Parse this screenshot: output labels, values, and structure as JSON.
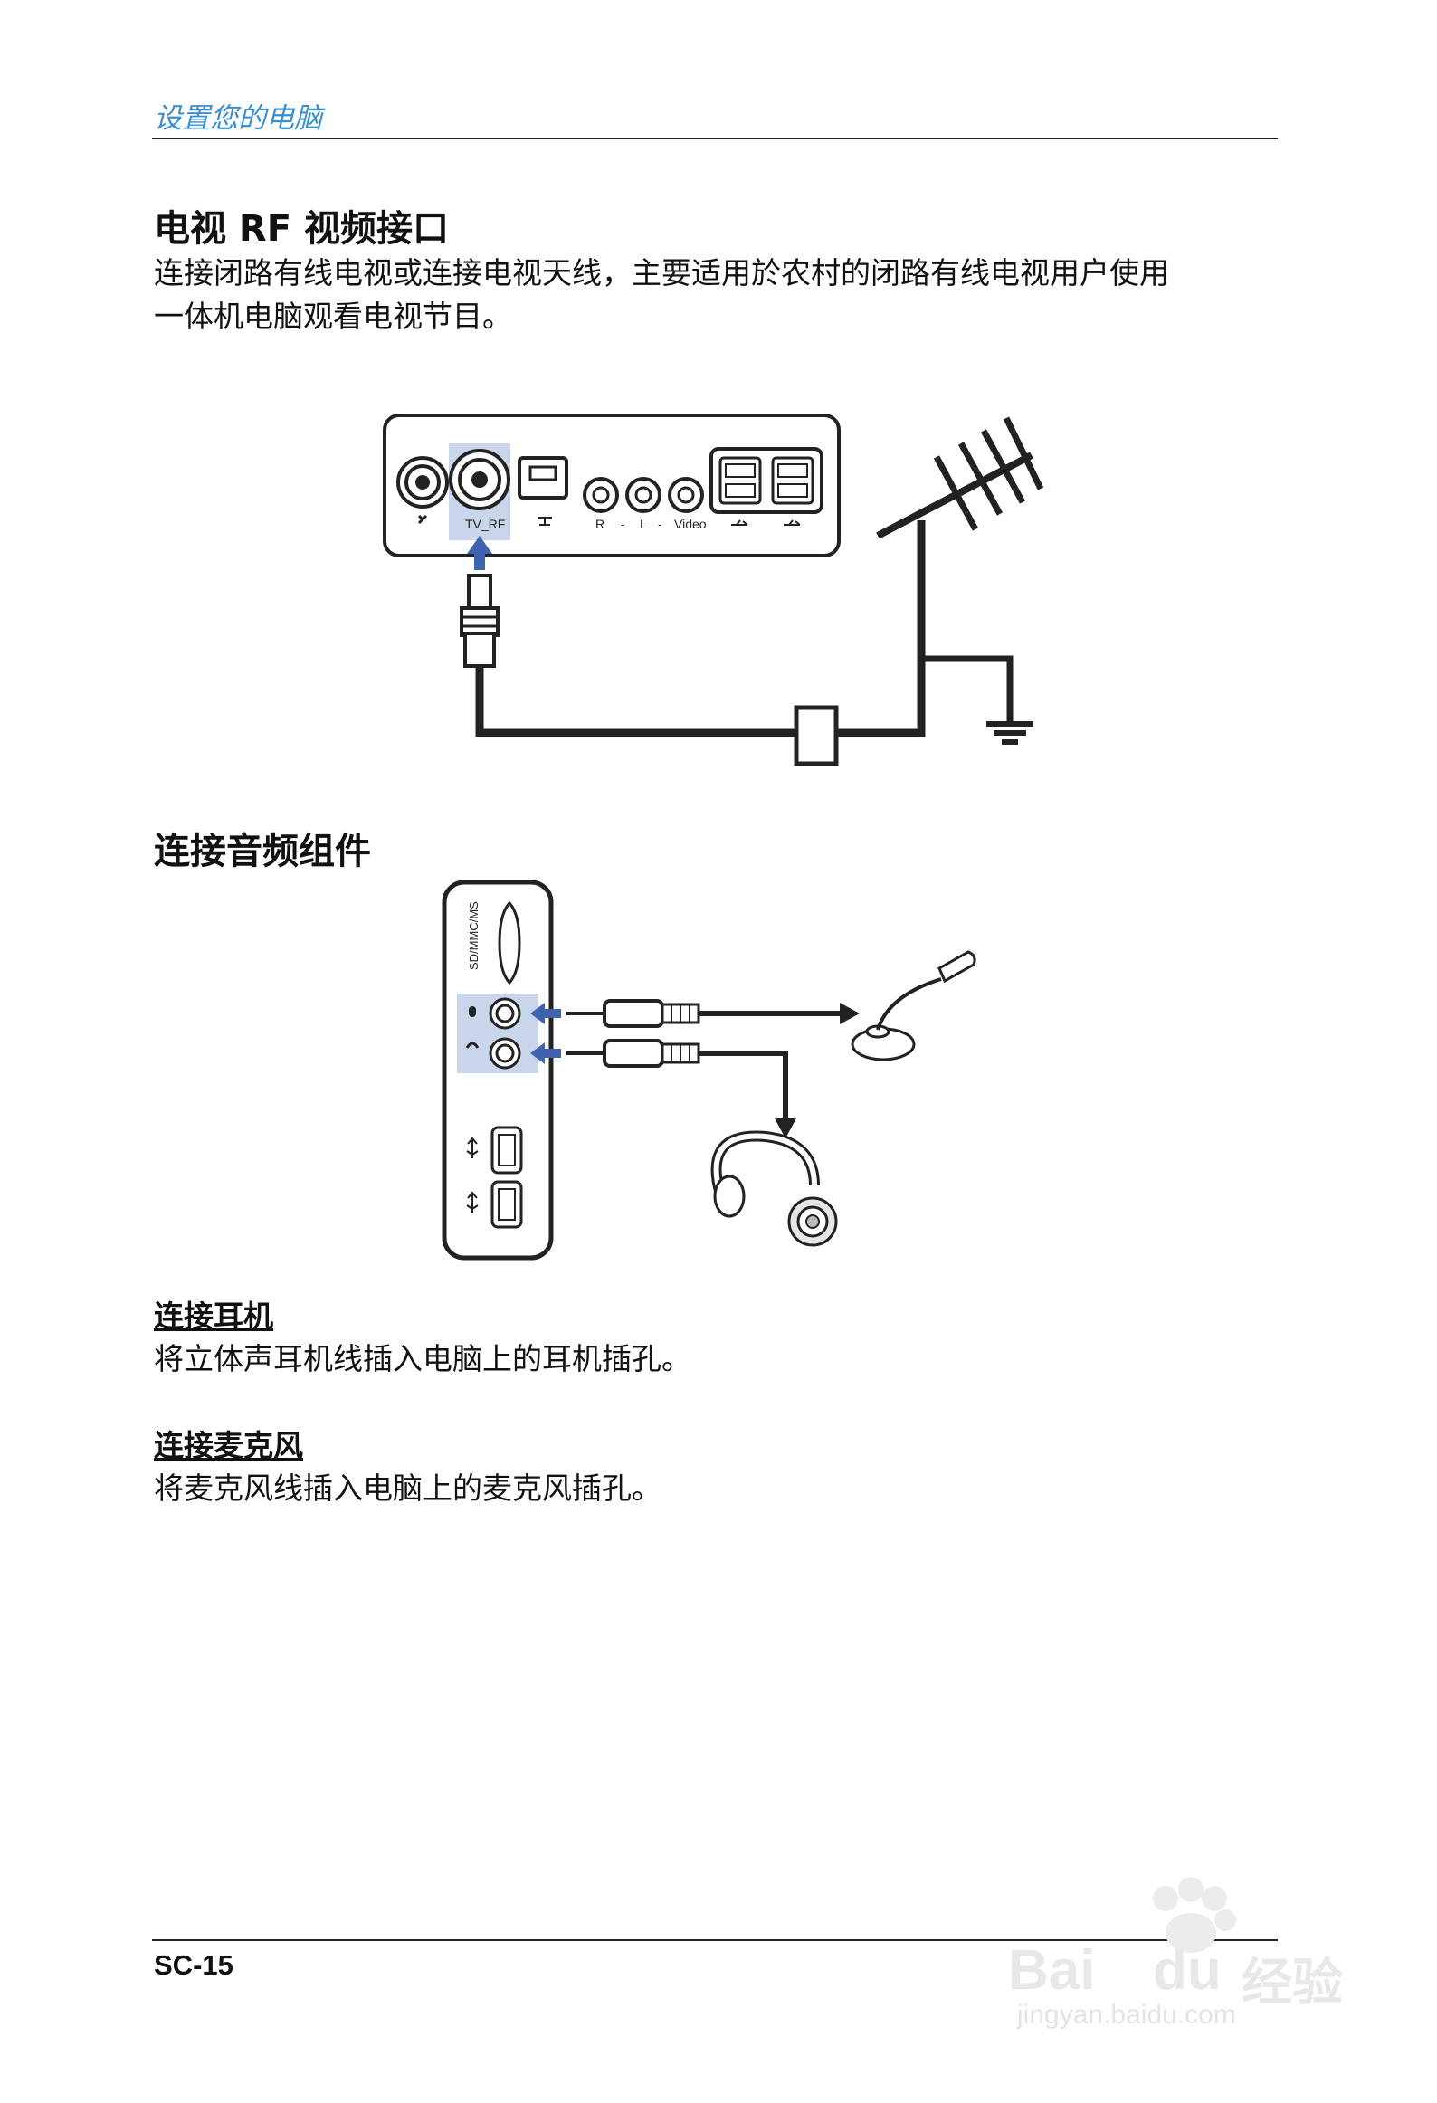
{
  "header": {
    "section_title": "设置您的电脑"
  },
  "section1": {
    "heading": "电视 RF 视频接口",
    "line1": "连接闭路有线电视或连接电视天线，主要适用於农村的闭路有线电视用户使用",
    "line2": "一体机电脑观看电视节目。",
    "panel_labels": {
      "tv_rf": "TV_RF",
      "r": "R",
      "dash1": "-",
      "l": "L",
      "dash2": "-",
      "video": "Video"
    }
  },
  "section2": {
    "heading": "连接音频组件",
    "card_label": "SD/MMC/MS",
    "headphone_heading": "连接耳机",
    "headphone_text": "将立体声耳机线插入电脑上的耳机插孔。",
    "mic_heading": "连接麦克风",
    "mic_text": "将麦克风线插入电脑上的麦克风插孔。"
  },
  "footer": {
    "page_number": "SC-15"
  },
  "watermark": {
    "brand": "Bai",
    "brand2": "du",
    "brand3": "经验",
    "url": "jingyan.baidu.com"
  },
  "colors": {
    "accent_blue": "#3a8fd0",
    "highlight": "#c9d5ea",
    "arrow_blue": "#3f63b0"
  }
}
